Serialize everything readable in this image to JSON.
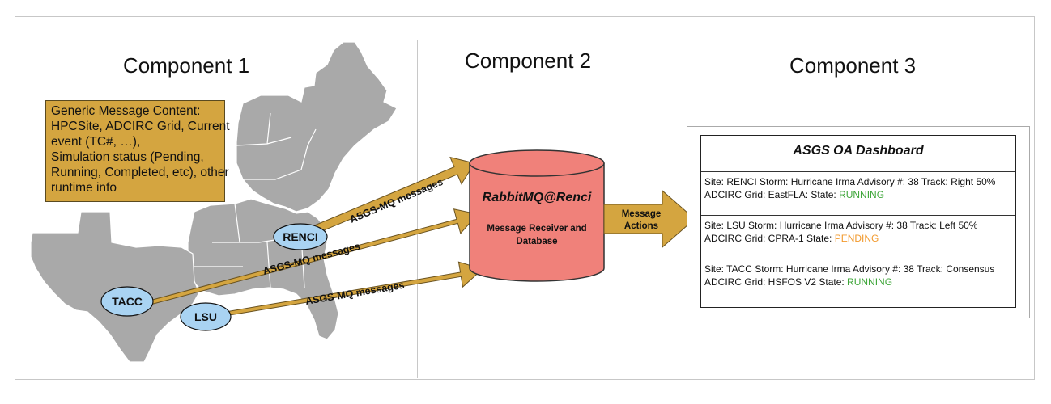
{
  "columns": [
    {
      "title": "Component 1"
    },
    {
      "title": "Component 2"
    },
    {
      "title": "Component 3"
    }
  ],
  "message_box": {
    "lines": [
      "Generic Message Content:",
      "HPCSite, ADCIRC Grid, Current",
      "event (TC#, …),",
      "Simulation status (Pending,",
      "Running, Completed, etc), other",
      "runtime info"
    ]
  },
  "sites": {
    "renci": "RENCI",
    "tacc": "TACC",
    "lsu": "LSU"
  },
  "arrow_label": "ASGS-MQ messages",
  "database": {
    "title": "RabbitMQ@Renci",
    "line1": "Message Receiver and",
    "line2": "Database"
  },
  "action_arrow": {
    "line1": "Message",
    "line2": "Actions"
  },
  "dashboard": {
    "title": "ASGS OA Dashboard",
    "rows": [
      {
        "line1": "Site: RENCI Storm: Hurricane Irma Advisory #: 38 Track: Right 50%",
        "line2_prefix": "ADCIRC Grid: EastFLA: State: ",
        "state": "RUNNING"
      },
      {
        "line1": "Site: LSU Storm: Hurricane Irma Advisory #: 38 Track: Left 50%",
        "line2_prefix": "ADCIRC Grid: CPRA-1 State: ",
        "state": "PENDING"
      },
      {
        "line1": "Site: TACC Storm: Hurricane Irma Advisory #: 38 Track: Consensus",
        "line2_prefix": "ADCIRC Grid: HSFOS V2 State: ",
        "state": "RUNNING"
      }
    ]
  },
  "colors": {
    "arrow_fill": "#d4a540",
    "database_fill": "#f0817a",
    "site_fill": "#a9d3f2",
    "map_fill": "#a9a9a9",
    "running": "#3ea639",
    "pending": "#f29a2e"
  }
}
